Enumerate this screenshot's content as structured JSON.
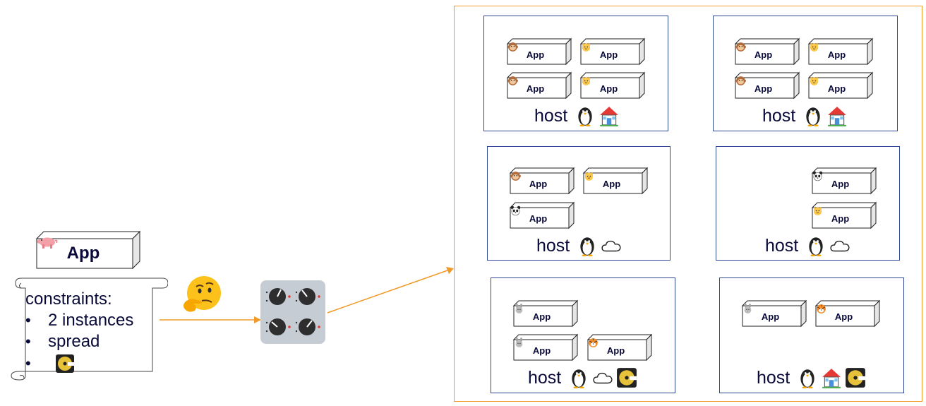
{
  "app_card": {
    "label": "App",
    "icon": "pig-icon"
  },
  "constraints": {
    "title": "constraints:",
    "items": [
      {
        "text": "2 instances",
        "icon": ""
      },
      {
        "text": "spread",
        "icon": ""
      },
      {
        "text": "",
        "icon": "disk-icon"
      }
    ]
  },
  "thinking_icon": "thinking-face-icon",
  "scheduler_icon": "control-knobs-icon",
  "colors": {
    "arrow": "#f09a2a",
    "cluster_border": "#f09a2a",
    "host_border": "#2f4596",
    "text": "#0a0a3a"
  },
  "hosts": [
    {
      "label": "host",
      "traits": [
        "penguin-icon",
        "house-icon"
      ],
      "apps": [
        {
          "label": "App",
          "icon": "monkey-icon"
        },
        {
          "label": "App",
          "icon": "cat-icon"
        },
        {
          "label": "App",
          "icon": "monkey-icon"
        },
        {
          "label": "App",
          "icon": "cat-icon"
        }
      ]
    },
    {
      "label": "host",
      "traits": [
        "penguin-icon",
        "house-icon"
      ],
      "apps": [
        {
          "label": "App",
          "icon": "monkey-icon"
        },
        {
          "label": "App",
          "icon": "cat-icon"
        },
        {
          "label": "App",
          "icon": "monkey-icon"
        },
        {
          "label": "App",
          "icon": "cat-icon"
        }
      ]
    },
    {
      "label": "host",
      "traits": [
        "penguin-icon",
        "cloud-icon"
      ],
      "apps": [
        {
          "label": "App",
          "icon": "monkey-icon"
        },
        {
          "label": "App",
          "icon": "cat-icon"
        },
        {
          "label": "App",
          "icon": "panda-icon"
        }
      ]
    },
    {
      "label": "host",
      "traits": [
        "penguin-icon",
        "cloud-icon"
      ],
      "apps": [
        {
          "label": "App",
          "icon": "panda-icon"
        },
        {
          "label": "App",
          "icon": "cat-icon"
        }
      ]
    },
    {
      "label": "host",
      "traits": [
        "penguin-icon",
        "cloud-icon",
        "disk-icon"
      ],
      "apps": [
        {
          "label": "App",
          "icon": "rabbit-icon"
        },
        {
          "label": "App",
          "icon": "rabbit-icon"
        },
        {
          "label": "App",
          "icon": "tiger-icon"
        }
      ]
    },
    {
      "label": "host",
      "traits": [
        "penguin-icon",
        "house-icon",
        "disk-icon"
      ],
      "apps": [
        {
          "label": "App",
          "icon": "rabbit-icon"
        },
        {
          "label": "App",
          "icon": "tiger-icon"
        }
      ]
    }
  ]
}
